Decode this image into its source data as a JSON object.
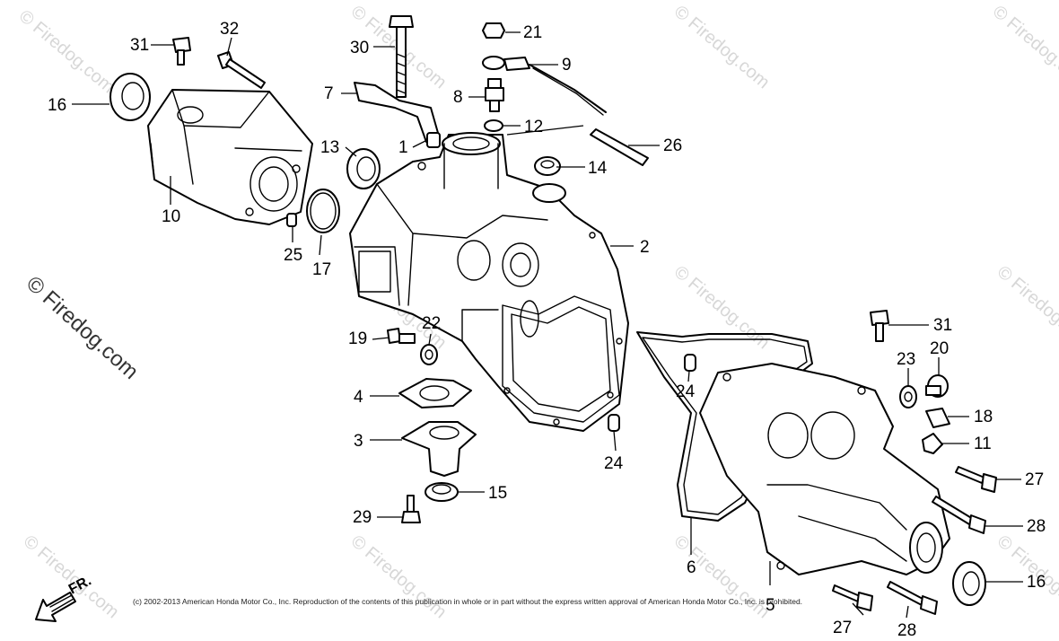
{
  "watermark_text": "© Firedog.com",
  "side_watermark": "© Firedog.com",
  "copyright": "(c) 2002-2013 American Honda Motor Co., Inc. Reproduction of the contents of this publication in whole or in part without the express written approval of American Honda Motor Co., Inc. is prohibited.",
  "direction_label": "FR.",
  "callouts": {
    "c1": "1",
    "c2": "2",
    "c3": "3",
    "c4": "4",
    "c5": "5",
    "c6": "6",
    "c7": "7",
    "c8": "8",
    "c9": "9",
    "c10": "10",
    "c11": "11",
    "c12": "12",
    "c13": "13",
    "c14": "14",
    "c15": "15",
    "c16a": "16",
    "c16b": "16",
    "c17": "17",
    "c18": "18",
    "c19": "19",
    "c20": "20",
    "c21": "21",
    "c22": "22",
    "c23": "23",
    "c24a": "24",
    "c24b": "24",
    "c25": "25",
    "c26": "26",
    "c27a": "27",
    "c27b": "27",
    "c28a": "28",
    "c28b": "28",
    "c29": "29",
    "c30": "30",
    "c31a": "31",
    "c31b": "31",
    "c32": "32"
  }
}
